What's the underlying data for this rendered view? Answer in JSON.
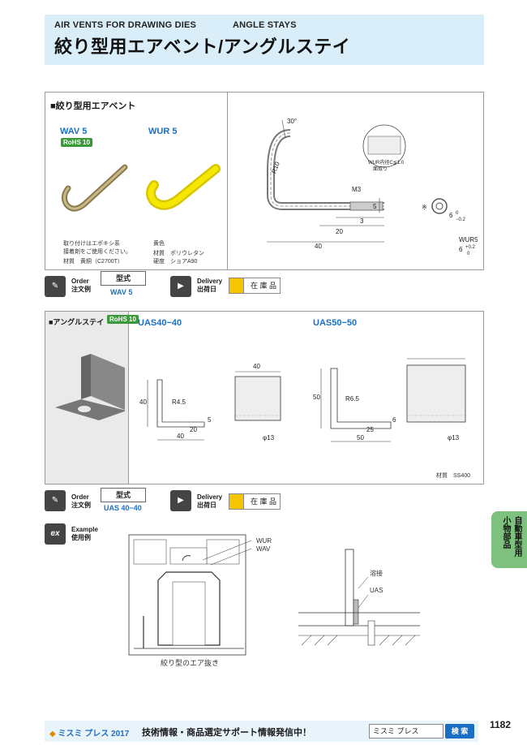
{
  "header": {
    "sub_left": "AIR VENTS FOR DRAWING DIES",
    "sub_right": "ANGLE STAYS",
    "title": "絞り型用エアベント/アングルステイ"
  },
  "air_vent": {
    "section_title": "■絞り型用エアベント",
    "wav": {
      "name": "WAV 5",
      "rohs": "RoHS 10"
    },
    "wur": {
      "name": "WUR 5"
    },
    "note_wav_1": "取り付けはエポキシ系",
    "note_wav_2": "接着剤をご使用ください。",
    "material_wav": "材質　黄銅（C2700T）",
    "color_wur": "黄色",
    "material_wur": "材質　ポリウレタン",
    "hardness_wur": "硬度　ショアA90",
    "drawing": {
      "angle": "30°",
      "radius": "R10",
      "m3": "M3",
      "chamfer_1": "WUR内径C≦1.0",
      "chamfer_2": "面取り",
      "d5": "5",
      "d3": "3",
      "d20": "20",
      "d40": "40",
      "tol_sym": "※",
      "tol_6": "6",
      "tol_0": "0",
      "tol_m02": "−0.2",
      "wur_label": "WUR5",
      "wur_6": "6",
      "wur_plus": "+0.2",
      "wur_zero": "0"
    }
  },
  "order1": {
    "order_en": "Order",
    "order_jp": "注文例",
    "type_label": "型式",
    "type_value": "WAV 5",
    "delivery_en": "Delivery",
    "delivery_jp": "出荷日",
    "stock": "在 庫 品"
  },
  "angle_stay": {
    "section_title": "■アングルステイ",
    "rohs": "RoHS 10",
    "uas40": {
      "name": "UAS40−40",
      "width": "40",
      "height": "40",
      "radius": "R4.5",
      "d20": "20",
      "d5": "5",
      "d40": "40",
      "hole": "φ13"
    },
    "uas50": {
      "name": "UAS50−50",
      "width": "50",
      "height": "50",
      "radius": "R6.5",
      "d25": "25",
      "d6": "6",
      "d50": "50",
      "hole": "φ13"
    },
    "material": "材質　SS400"
  },
  "order2": {
    "order_en": "Order",
    "order_jp": "注文例",
    "type_label": "型式",
    "type_value": "UAS 40−40",
    "delivery_en": "Delivery",
    "delivery_jp": "出荷日",
    "stock": "在 庫 品"
  },
  "example": {
    "ex": "ex",
    "example_en": "Example",
    "example_jp": "使用例",
    "label_wur": "WUR",
    "label_wav": "WAV",
    "caption": "絞り型のエア抜き",
    "label_weld": "溶接",
    "label_uas": "UAS"
  },
  "side_tab": "自動車型用小物部品",
  "footer": {
    "brand": "ミスミ プレス 2017",
    "message": "技術情報・商品選定サポート情報発信中！",
    "search_value": "ミスミ プレス",
    "search_button": "検 索",
    "page": "1182"
  }
}
